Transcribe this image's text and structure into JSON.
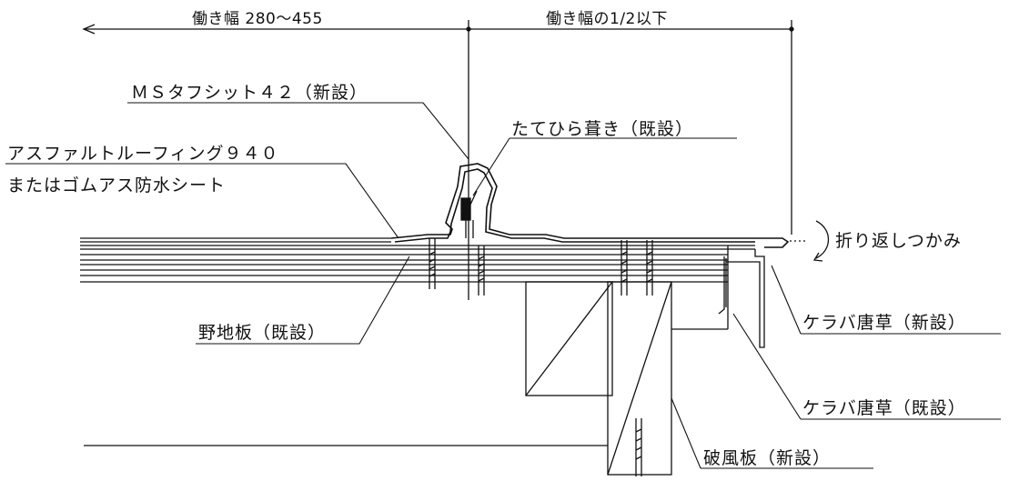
{
  "dimensions": {
    "left_width": "働き幅 280〜455",
    "right_width": "働き幅の1/2以下"
  },
  "labels": {
    "ms_tough_sheet": "ＭＳタフシット４２（新設）",
    "tatehira": "たてひら葺き（既設）",
    "asphalt_line1": "アスファルトルーフィング９４０",
    "asphalt_line2": "またはゴムアス防水シート",
    "orikaeshi": "折り返しつかみ",
    "nojiita": "野地板（既設）",
    "keraba_new": "ケラバ唐草（新設）",
    "keraba_existing": "ケラバ唐草（既設）",
    "hafuita": "破風板（新設）"
  }
}
